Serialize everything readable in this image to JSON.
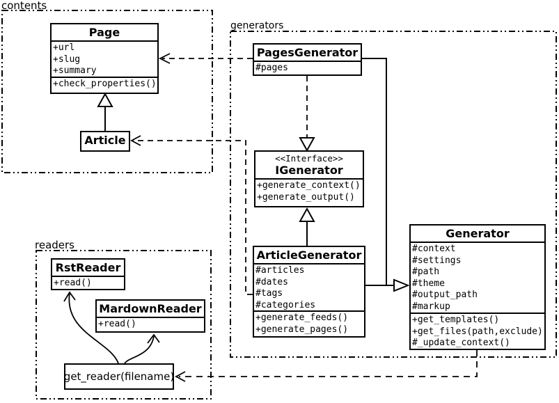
{
  "packages": {
    "contents": {
      "label": "contents"
    },
    "generators": {
      "label": "generators"
    },
    "readers": {
      "label": "readers"
    }
  },
  "classes": {
    "page": {
      "name": "Page",
      "attributes": [
        "+url",
        "+slug",
        "+summary"
      ],
      "methods": [
        "+check_properties()"
      ]
    },
    "article": {
      "name": "Article"
    },
    "pages_generator": {
      "name": "PagesGenerator",
      "attributes": [
        "#pages"
      ]
    },
    "igenerator": {
      "stereotype": "<<Interface>>",
      "name": "IGenerator",
      "methods": [
        "+generate_context()",
        "+generate_output()"
      ]
    },
    "article_generator": {
      "name": "ArticleGenerator",
      "attributes": [
        "#articles",
        "#dates",
        "#tags",
        "#categories"
      ],
      "methods": [
        "+generate_feeds()",
        "+generate_pages()"
      ]
    },
    "generator": {
      "name": "Generator",
      "attributes": [
        "#context",
        "#settings",
        "#path",
        "#theme",
        "#output_path",
        "#markup"
      ],
      "methods": [
        "+get_templates()",
        "+get_files(path,exclude)",
        "#_update_context()"
      ]
    },
    "rst_reader": {
      "name": "RstReader",
      "methods": [
        "+read()"
      ]
    },
    "markdown_reader": {
      "name": "MardownReader",
      "methods": [
        "+read()"
      ]
    },
    "get_reader": {
      "label": "get_reader(filename)"
    }
  },
  "relations": [
    {
      "type": "generalization",
      "from": "Article",
      "to": "Page"
    },
    {
      "type": "dependency",
      "from": "PagesGenerator",
      "to": "Page"
    },
    {
      "type": "dependency",
      "from": "ArticleGenerator",
      "to": "Article"
    },
    {
      "type": "realization",
      "from": "PagesGenerator",
      "to": "IGenerator"
    },
    {
      "type": "generalization",
      "from": "ArticleGenerator",
      "to": "IGenerator"
    },
    {
      "type": "generalization",
      "from": "PagesGenerator",
      "to": "Generator"
    },
    {
      "type": "generalization",
      "from": "ArticleGenerator",
      "to": "Generator"
    },
    {
      "type": "dependency",
      "from": "Generator",
      "to": "get_reader(filename)"
    },
    {
      "type": "call",
      "from": "get_reader(filename)",
      "to": "RstReader"
    },
    {
      "type": "call",
      "from": "get_reader(filename)",
      "to": "MardownReader"
    }
  ],
  "colors": {
    "line": "#000000",
    "background": "#ffffff"
  }
}
